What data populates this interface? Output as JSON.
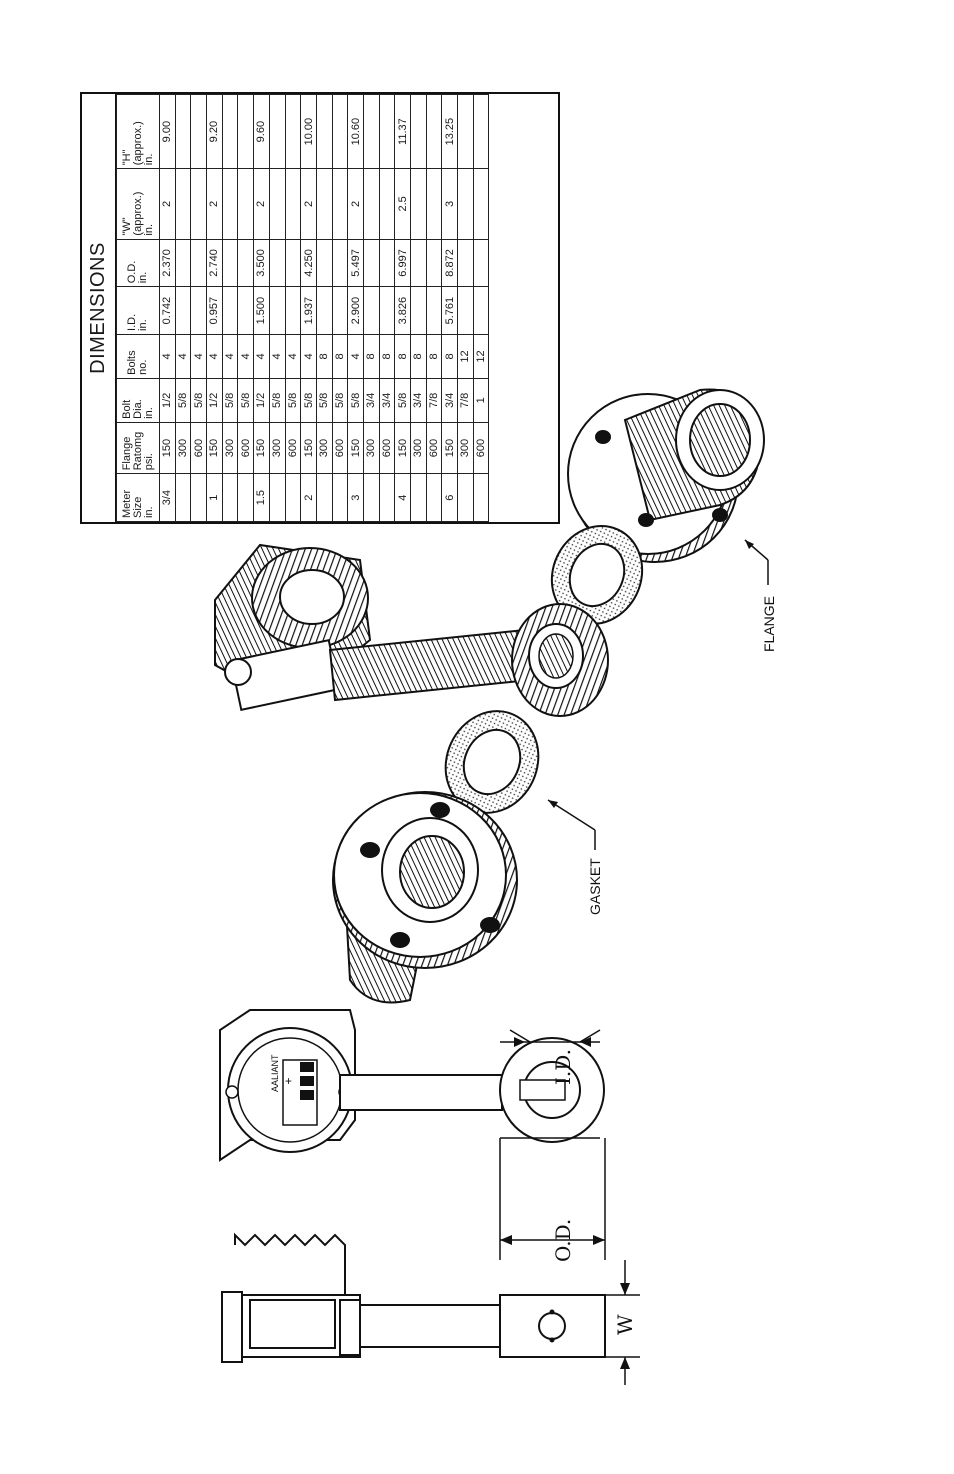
{
  "table": {
    "title": "DIMENSIONS",
    "headers": [
      "Meter\nSize\nin.",
      "Flange\nRatomg\npsi.",
      "Bolt\nDia.\nin.",
      "Bolts\nno.",
      "I.D.\nin.",
      "O.D.\nin.",
      "\"W\"\n(approx.)\nin.",
      "\"H\"\n(approx.)\nin."
    ],
    "rows": [
      [
        "3/4",
        "150",
        "1/2",
        "4",
        "0.742",
        "2.370",
        "2",
        "9.00"
      ],
      [
        "",
        "300",
        "5/8",
        "4",
        "",
        "",
        "",
        ""
      ],
      [
        "",
        "600",
        "5/8",
        "4",
        "",
        "",
        "",
        ""
      ],
      [
        "1",
        "150",
        "1/2",
        "4",
        "0.957",
        "2.740",
        "2",
        "9.20"
      ],
      [
        "",
        "300",
        "5/8",
        "4",
        "",
        "",
        "",
        ""
      ],
      [
        "",
        "600",
        "5/8",
        "4",
        "",
        "",
        "",
        ""
      ],
      [
        "1.5",
        "150",
        "1/2",
        "4",
        "1.500",
        "3.500",
        "2",
        "9.60"
      ],
      [
        "",
        "300",
        "5/8",
        "4",
        "",
        "",
        "",
        ""
      ],
      [
        "",
        "600",
        "5/8",
        "4",
        "",
        "",
        "",
        ""
      ],
      [
        "2",
        "150",
        "5/8",
        "4",
        "1.937",
        "4.250",
        "2",
        "10.00"
      ],
      [
        "",
        "300",
        "5/8",
        "8",
        "",
        "",
        "",
        ""
      ],
      [
        "",
        "600",
        "5/8",
        "8",
        "",
        "",
        "",
        ""
      ],
      [
        "3",
        "150",
        "5/8",
        "4",
        "2.900",
        "5.497",
        "2",
        "10.60"
      ],
      [
        "",
        "300",
        "3/4",
        "8",
        "",
        "",
        "",
        ""
      ],
      [
        "",
        "600",
        "3/4",
        "8",
        "",
        "",
        "",
        ""
      ],
      [
        "4",
        "150",
        "5/8",
        "8",
        "3.826",
        "6.997",
        "2.5",
        "11.37"
      ],
      [
        "",
        "300",
        "3/4",
        "8",
        "",
        "",
        "",
        ""
      ],
      [
        "",
        "600",
        "7/8",
        "8",
        "",
        "",
        "",
        ""
      ],
      [
        "6",
        "150",
        "3/4",
        "8",
        "5.761",
        "8.872",
        "3",
        "13.25"
      ],
      [
        "",
        "300",
        "7/8",
        "12",
        "",
        "",
        "",
        ""
      ],
      [
        "",
        "600",
        "1",
        "12",
        "",
        "",
        "",
        ""
      ]
    ]
  },
  "labels": {
    "flange": "FLANGE",
    "gasket": "GASKET",
    "id": "I.D.",
    "od": "O.D.",
    "w": "W",
    "brand": "AALIANT"
  }
}
